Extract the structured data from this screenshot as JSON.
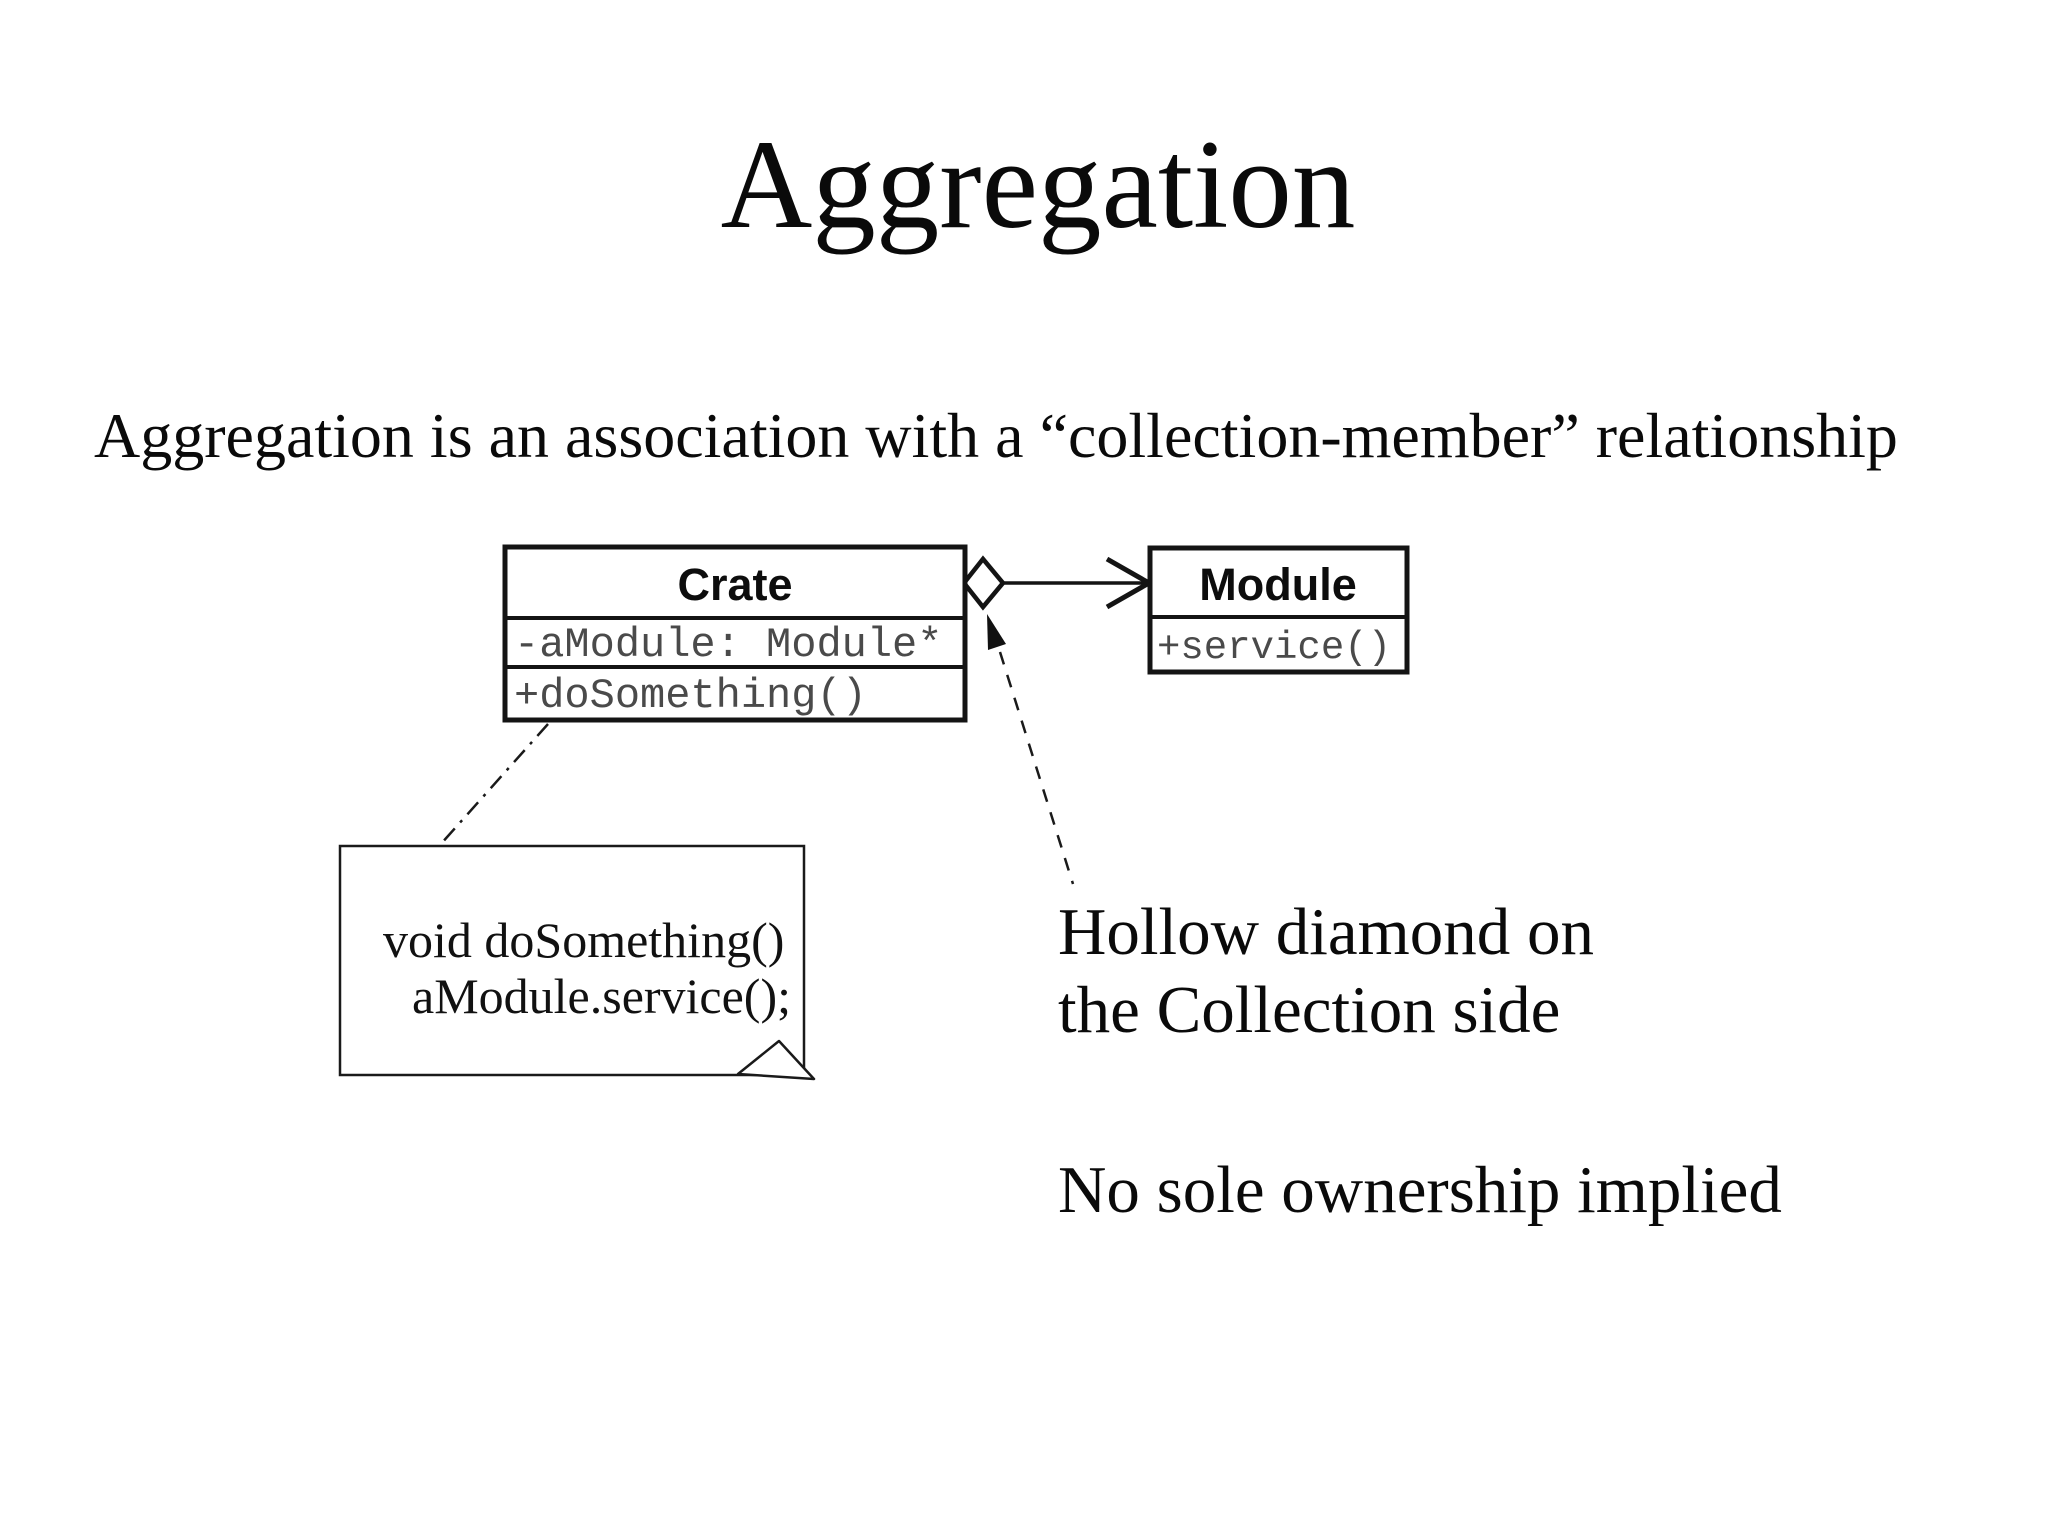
{
  "slide": {
    "title": "Aggregation",
    "subtitle": "Aggregation is an association with a “collection-member” relationship"
  },
  "diagram": {
    "crate_class": {
      "name": "Crate",
      "attribute": "-aModule: Module*",
      "operation": "+doSomething()"
    },
    "module_class": {
      "name": "Module",
      "operation": "+service()"
    },
    "note": {
      "line1": "void doSomething()",
      "line2": "aModule.service();"
    },
    "relationship": "aggregation"
  },
  "annotations": {
    "diamond_line1": "Hollow diamond on",
    "diamond_line2": "the Collection side",
    "ownership": "No sole ownership implied"
  },
  "colors": {
    "background": "#ffffff",
    "ink": "#0a0a0a",
    "box_stroke": "#141414",
    "member_text": "#4a4a4a"
  }
}
